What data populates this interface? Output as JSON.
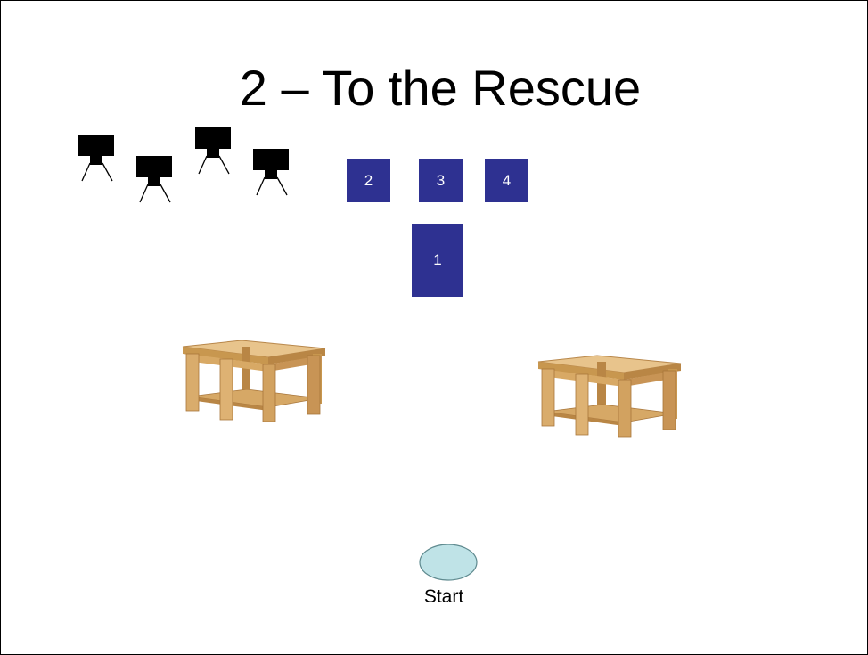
{
  "slide": {
    "title": "2 – To the Rescue",
    "boxes": [
      {
        "id": "box-1",
        "label": "1"
      },
      {
        "id": "box-2",
        "label": "2"
      },
      {
        "id": "box-3",
        "label": "3"
      },
      {
        "id": "box-4",
        "label": "4"
      }
    ],
    "start_label": "Start",
    "colors": {
      "box_fill": "#2e3191",
      "start_fill": "#bfe3e7",
      "start_stroke": "#5f8a8f",
      "wood_light": "#e2b87a",
      "wood_mid": "#c8974f",
      "wood_dark": "#9c6e34"
    },
    "icons": [
      "stand-icon",
      "stand-icon",
      "stand-icon",
      "stand-icon",
      "table-image",
      "table-image",
      "start-ellipse"
    ]
  }
}
